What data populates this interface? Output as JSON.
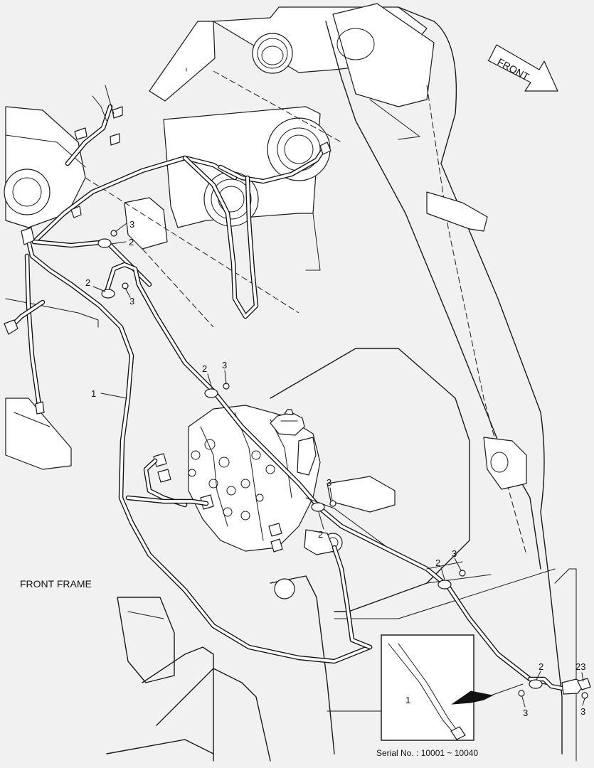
{
  "labels": {
    "front": "FRONT",
    "frame": "FRONT FRAME",
    "serial": "Serial No. : 10001 ~ 10040"
  },
  "callouts": [
    {
      "id": "c1",
      "text": "1"
    },
    {
      "id": "c2",
      "text": "2"
    },
    {
      "id": "c3",
      "text": "3"
    },
    {
      "id": "c4",
      "text": "2"
    },
    {
      "id": "c5",
      "text": "3"
    },
    {
      "id": "c6",
      "text": "2"
    },
    {
      "id": "c7",
      "text": "3"
    },
    {
      "id": "c8",
      "text": "3"
    },
    {
      "id": "c9",
      "text": "2"
    },
    {
      "id": "c10",
      "text": "3"
    },
    {
      "id": "c11",
      "text": "2"
    },
    {
      "id": "c12",
      "text": "2"
    },
    {
      "id": "c13",
      "text": "23"
    },
    {
      "id": "c14",
      "text": "3"
    },
    {
      "id": "c15",
      "text": "3"
    },
    {
      "id": "c16",
      "text": "1"
    }
  ]
}
